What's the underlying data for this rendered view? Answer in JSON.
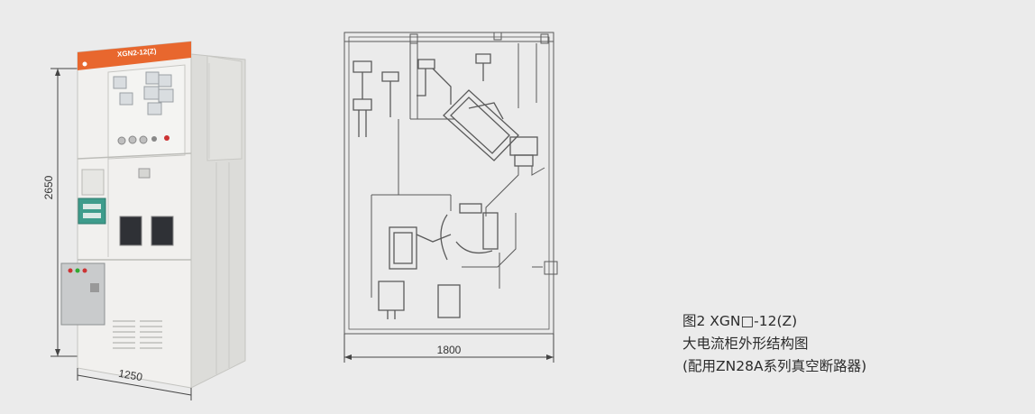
{
  "figure": {
    "brand": "XGN2-12(Z)",
    "dimensions": {
      "cabinet_height": "2650",
      "cabinet_width": "1250",
      "section_depth": "1800"
    },
    "caption": {
      "line1": "图2 XGN□-12(Z)",
      "line2": "大电流柜外形结构图",
      "line3": "(配用ZN28A系列真空断路器)"
    }
  },
  "colors": {
    "background": "#ebebeb",
    "cabinet_body": "#efeeec",
    "cabinet_shade": "#d9d9d6",
    "header_orange": "#e8672e",
    "instrument_teal": "#3e9c8c",
    "line_drawing": "#555555"
  }
}
